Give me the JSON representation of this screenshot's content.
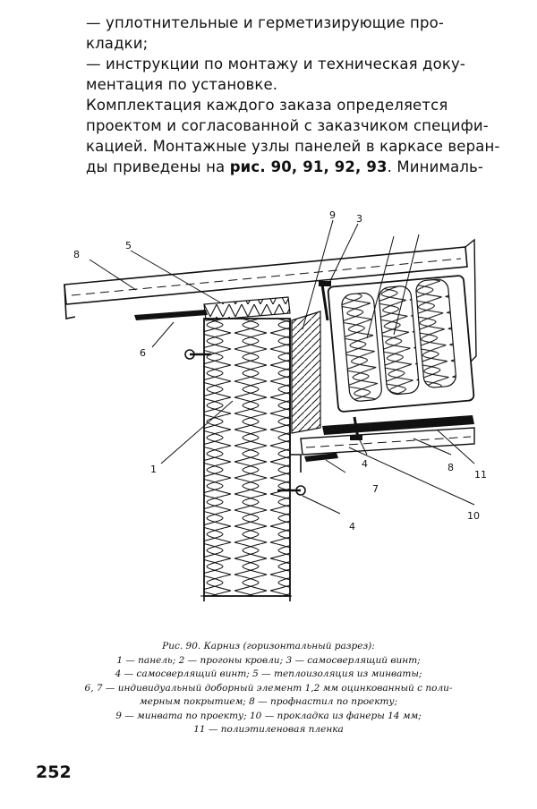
{
  "text": {
    "bullet_1_a": "— уплотнительные и герметизирующие про-",
    "bullet_1_b": "кладки;",
    "bullet_2_a": "— инструкции по монтажу и техническая доку-",
    "bullet_2_b": "ментация по установке.",
    "para_a": "Комплектация каждого заказа определяется",
    "para_b": "проектом и согласованной с заказчиком специфи-",
    "para_c": "кацией. Монтажные узлы панелей в каркасе веран-",
    "para_d_before": "ды приведены на ",
    "para_d_bold": "рис. 90, 91, 92, 93",
    "para_d_after": ". Минималь-"
  },
  "figure": {
    "labels": {
      "l1": "1",
      "l3": "3",
      "l4a": "4",
      "l4b": "4",
      "l5": "5",
      "l6": "6",
      "l7": "7",
      "l8a": "8",
      "l8b": "8",
      "l9": "9",
      "l10": "10",
      "l11": "11"
    }
  },
  "caption": {
    "line1": "Рис. 90. Карниз (горизонтальный разрез):",
    "line2": "1 — панель; 2 — прогоны кровли; 3 — самосверлящий винт;",
    "line3": "4 — самосверлящий винт; 5 — теплоизоляция из минваты;",
    "line4": "6, 7 — индивидуальный доборный элемент 1,2 мм оцинкованный с поли-",
    "line5": "мерным покрытием; 8 — профнастил по проекту;",
    "line6": "9 — минвата по проекту; 10 — прокладка из фанеры 14 мм;",
    "line7": "11 — полиэтиленовая пленка"
  },
  "page_number": "252"
}
